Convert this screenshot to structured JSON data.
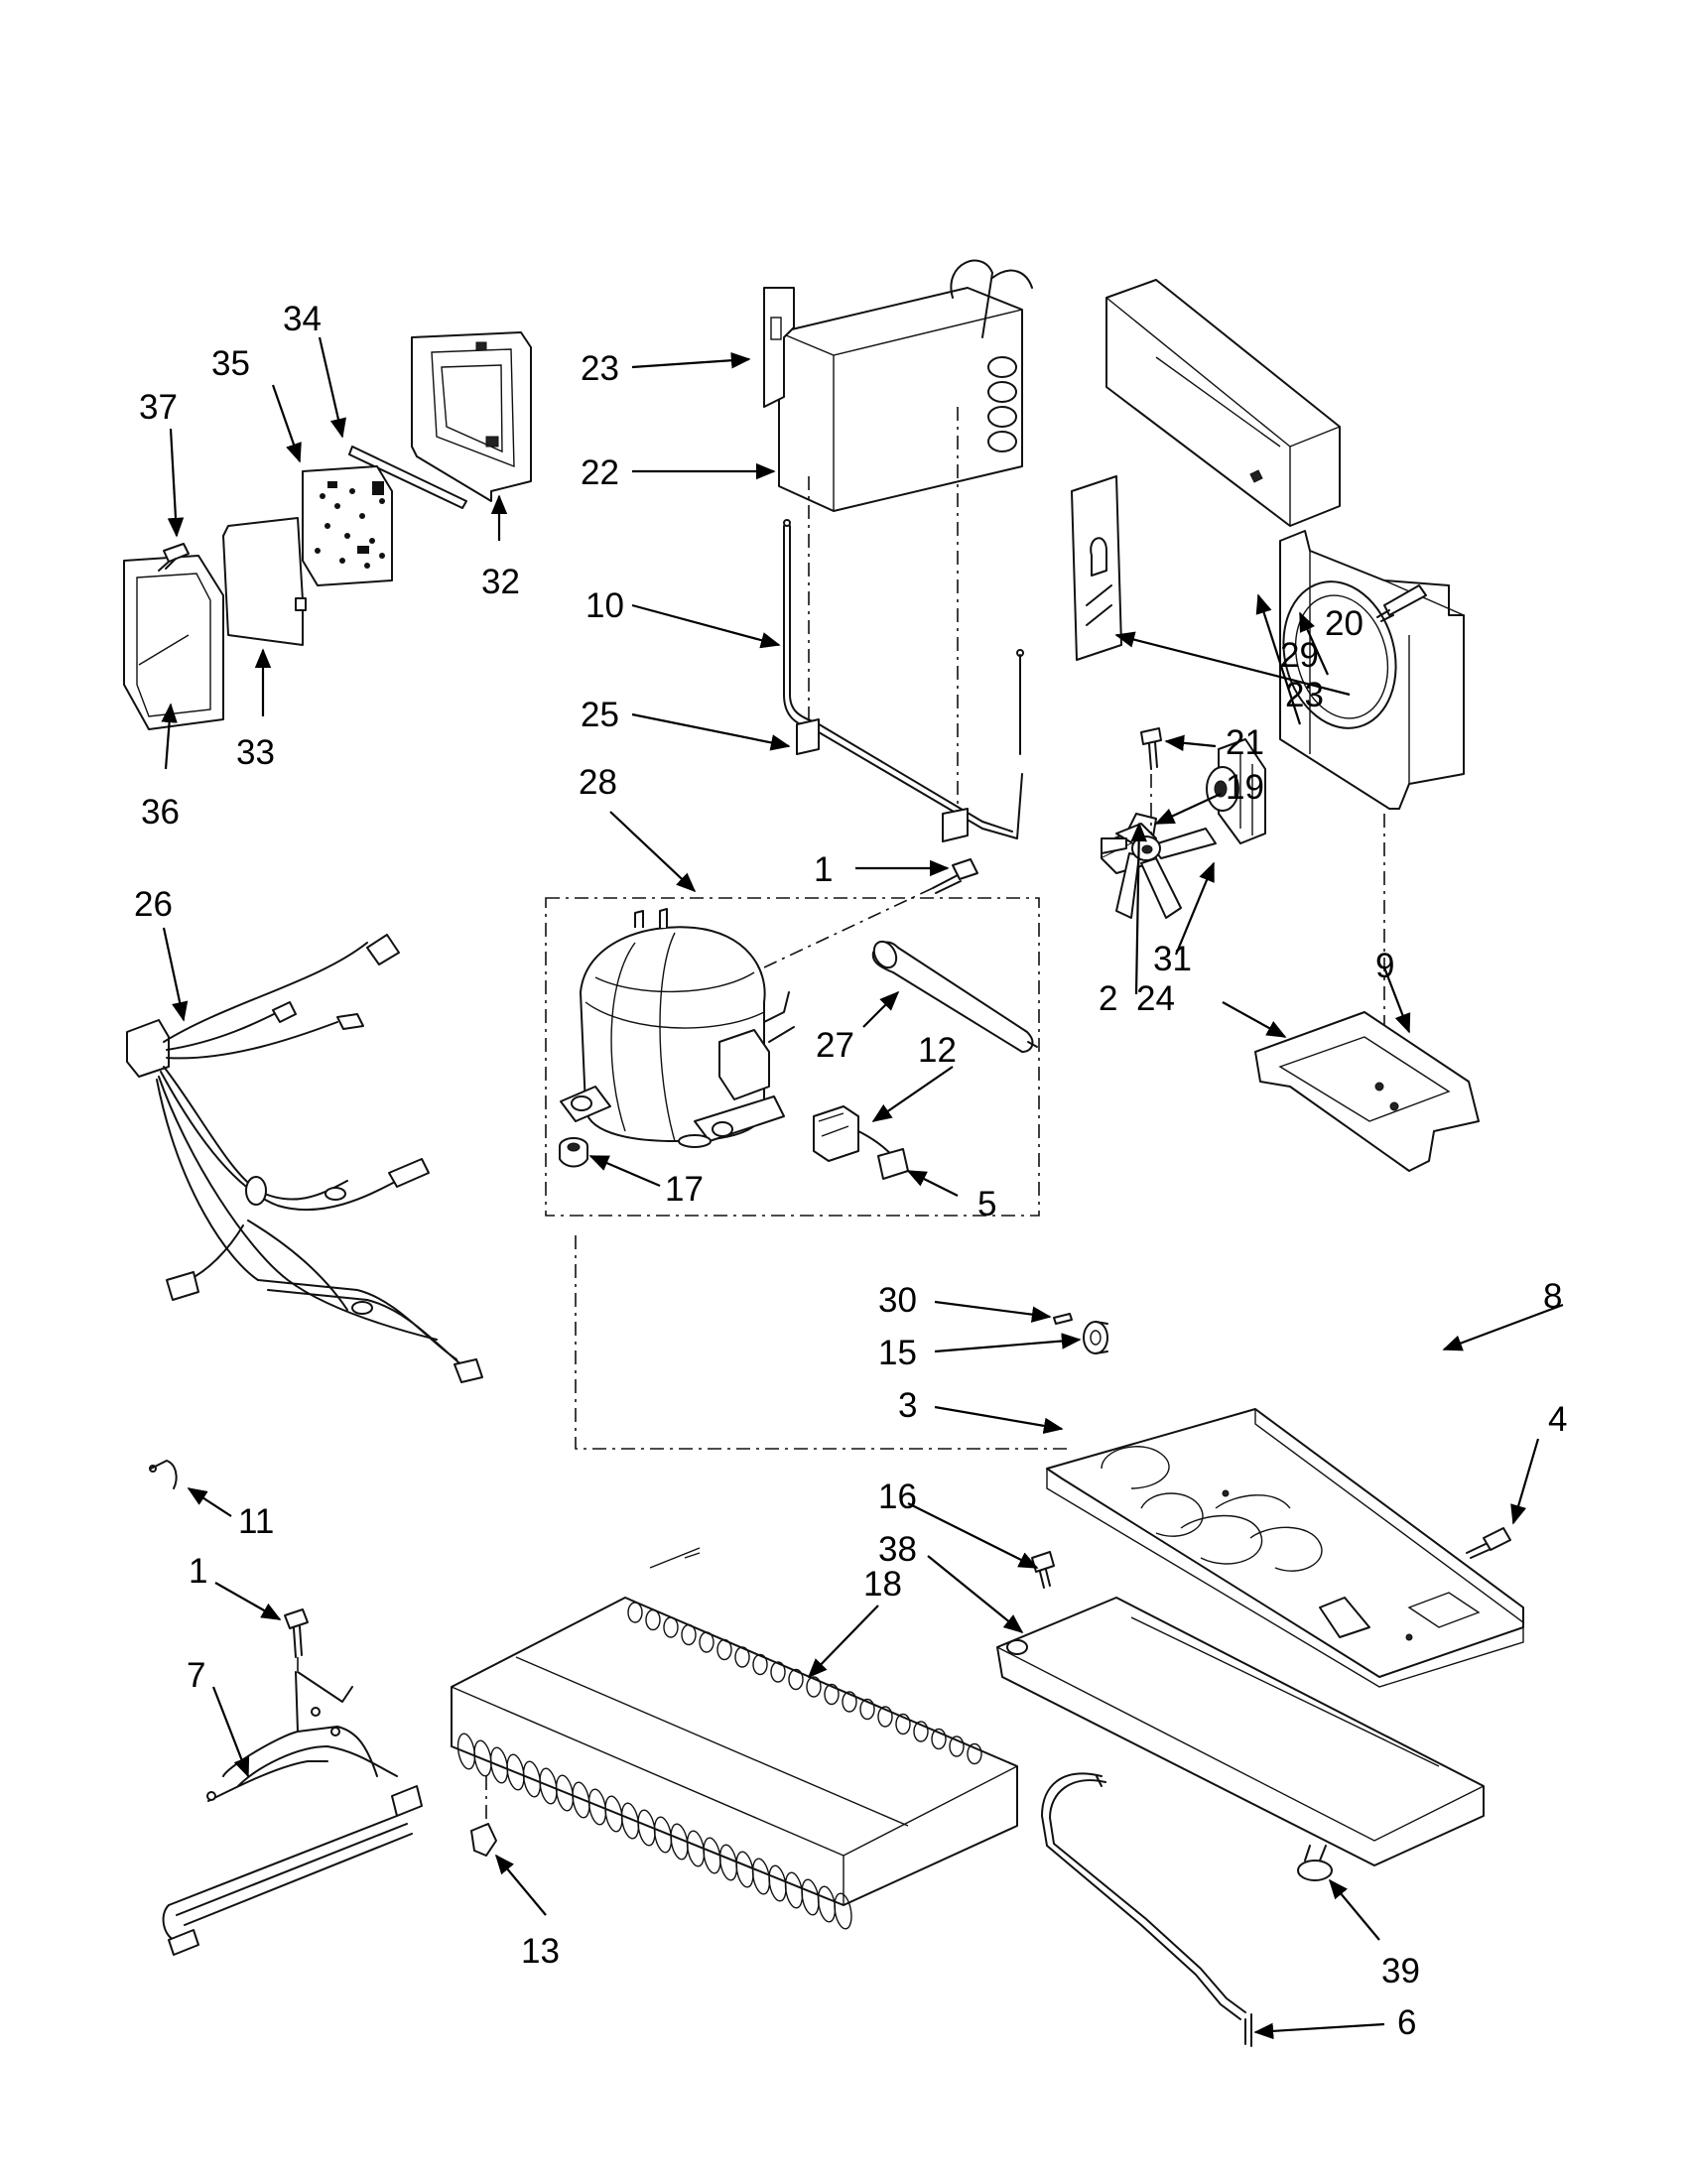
{
  "callouts": [
    {
      "id": "c1a",
      "label": "1"
    },
    {
      "id": "c1b",
      "label": "1"
    },
    {
      "id": "c2",
      "label": "2"
    },
    {
      "id": "c3",
      "label": "3"
    },
    {
      "id": "c4",
      "label": "4"
    },
    {
      "id": "c5",
      "label": "5"
    },
    {
      "id": "c6",
      "label": "6"
    },
    {
      "id": "c7",
      "label": "7"
    },
    {
      "id": "c8",
      "label": "8"
    },
    {
      "id": "c9",
      "label": "9"
    },
    {
      "id": "c10",
      "label": "10"
    },
    {
      "id": "c11",
      "label": "11"
    },
    {
      "id": "c12",
      "label": "12"
    },
    {
      "id": "c13",
      "label": "13"
    },
    {
      "id": "c15",
      "label": "15"
    },
    {
      "id": "c16",
      "label": "16"
    },
    {
      "id": "c17",
      "label": "17"
    },
    {
      "id": "c18",
      "label": "18"
    },
    {
      "id": "c19",
      "label": "19"
    },
    {
      "id": "c20",
      "label": "20"
    },
    {
      "id": "c21",
      "label": "21"
    },
    {
      "id": "c22",
      "label": "22"
    },
    {
      "id": "c23a",
      "label": "23"
    },
    {
      "id": "c23b",
      "label": "23"
    },
    {
      "id": "c24",
      "label": "24"
    },
    {
      "id": "c25",
      "label": "25"
    },
    {
      "id": "c26",
      "label": "26"
    },
    {
      "id": "c27",
      "label": "27"
    },
    {
      "id": "c28",
      "label": "28"
    },
    {
      "id": "c29",
      "label": "29"
    },
    {
      "id": "c30",
      "label": "30"
    },
    {
      "id": "c31",
      "label": "31"
    },
    {
      "id": "c32",
      "label": "32"
    },
    {
      "id": "c33",
      "label": "33"
    },
    {
      "id": "c34",
      "label": "34"
    },
    {
      "id": "c35",
      "label": "35"
    },
    {
      "id": "c36",
      "label": "36"
    },
    {
      "id": "c37",
      "label": "37"
    },
    {
      "id": "c38",
      "label": "38"
    },
    {
      "id": "c39",
      "label": "39"
    }
  ]
}
